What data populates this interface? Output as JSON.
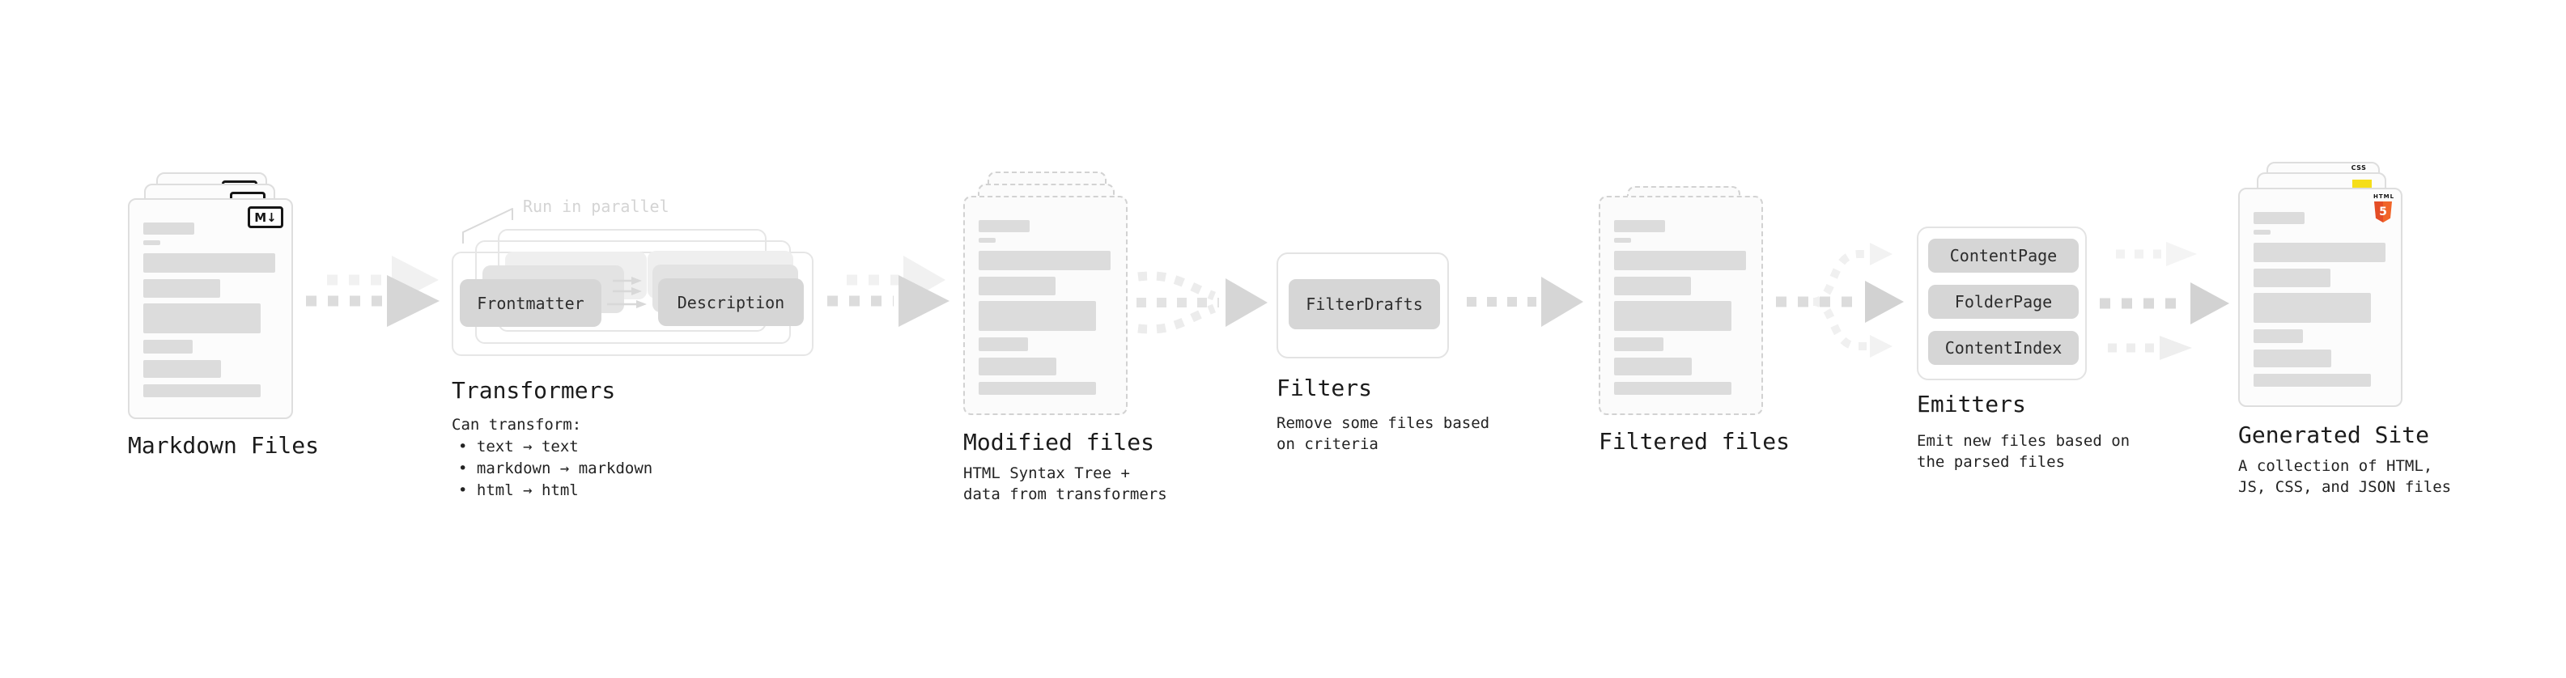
{
  "background": "#ffffff",
  "pipeline": {
    "markdown_files": {
      "label": "Markdown Files",
      "icon": "markdown-icon",
      "icon_text": "M↓"
    },
    "transformers": {
      "annotation": "Run in parallel",
      "badge_left": "Frontmatter",
      "badge_right": "Description",
      "label": "Transformers",
      "subtitle": "Can transform:",
      "bullets": [
        "• text → text",
        "• markdown → markdown",
        "• html → html"
      ]
    },
    "modified_files": {
      "label": "Modified files",
      "subtitle": "HTML Syntax Tree +\ndata from transformers"
    },
    "filters": {
      "badge": "FilterDrafts",
      "label": "Filters",
      "subtitle": "Remove some files based\non criteria"
    },
    "filtered_files": {
      "label": "Filtered files"
    },
    "emitters": {
      "badges": [
        "ContentPage",
        "FolderPage",
        "ContentIndex"
      ],
      "label": "Emitters",
      "subtitle": "Emit new files based on\nthe parsed files"
    },
    "generated_site": {
      "label": "Generated Site",
      "subtitle": "A collection of HTML,\nJS, CSS, and JSON files",
      "html5_icon": {
        "text": "HTML",
        "number": "5"
      },
      "css_icon_text": "CSS"
    }
  },
  "colors": {
    "html5_orange": "#e44d26",
    "html5_orange_light": "#f16529",
    "js_yellow": "#f5de19",
    "css_blue": "#2965f1",
    "doc_line_gray": "#dcdcdc",
    "badge_gray": "#d6d6d6",
    "arrow_gray": "#d9d9d9",
    "annotation_gray": "#d4d4d4"
  }
}
